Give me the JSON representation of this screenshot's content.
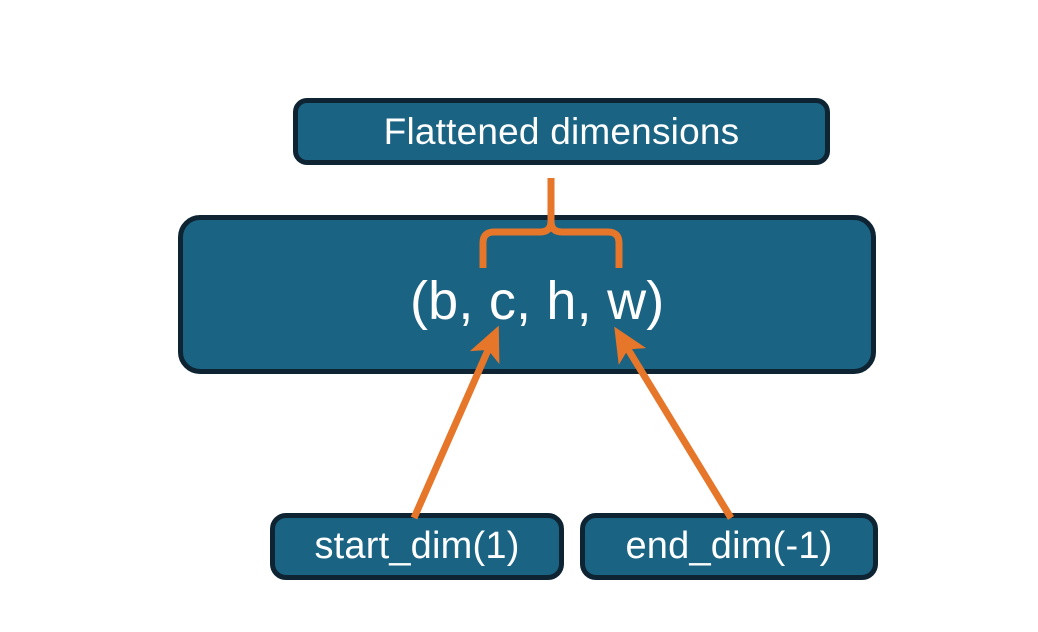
{
  "diagram": {
    "title_text": "Flattened dimensions",
    "background_color": "#ffffff",
    "node_fill_color": "#1A6383",
    "node_border_color": "#0E2433",
    "node_text_color": "#ffffff",
    "connector_color": "#E5762A",
    "nodes": {
      "flattened": {
        "label": "Flattened dimensions"
      },
      "shape": {
        "label": "(b, c, h, w)"
      },
      "start_dim": {
        "label": "start_dim(1)"
      },
      "end_dim": {
        "label": "end_dim(-1)"
      }
    },
    "connectors": [
      {
        "name": "brace-over-chw",
        "from": "shape-dims-c-to-w",
        "to": "flattened"
      },
      {
        "name": "arrow-start-dim",
        "from": "start_dim",
        "to": "shape-dim-c"
      },
      {
        "name": "arrow-end-dim",
        "from": "end_dim",
        "to": "shape-dim-w"
      }
    ]
  }
}
